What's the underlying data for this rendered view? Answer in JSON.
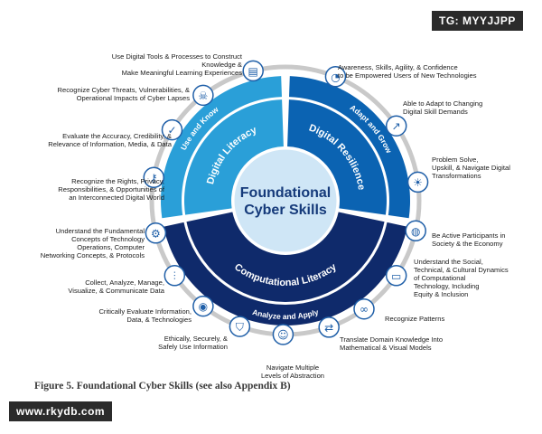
{
  "center": {
    "line1": "Foundational",
    "line2": "Cyber Skills"
  },
  "rings": {
    "left": "Digital Literacy",
    "left_outer": "Use and Know",
    "right": "Digital Resilience",
    "right_outer": "Adapt and Grow",
    "bottom": "Computational Literacy",
    "bottom_outer": "Analyze and Apply"
  },
  "items": [
    {
      "text": "Use Digital Tools & Processes to Construct Knowledge &\nMake Meaningful Learning Experiences",
      "icon": "book-icon"
    },
    {
      "text": "Recognize Cyber Threats, Vulnerabilities, &\nOperational Impacts of Cyber Lapses",
      "icon": "skull-icon"
    },
    {
      "text": "Evaluate the Accuracy, Credibility, &\nRelevance of Information, Media, & Data",
      "icon": "check-icon"
    },
    {
      "text": "Recognize the Rights, Privacy,\nResponsibilities, & Opportunities of\nan Interconnected Digital World",
      "icon": "key-icon"
    },
    {
      "text": "Understand the Fundamental\nConcepts of Technology\nOperations, Computer\nNetworking Concepts, & Protocols",
      "icon": "gears-icon"
    },
    {
      "text": "Collect, Analyze, Manage,\nVisualize, & Communicate Data",
      "icon": "sliders-icon"
    },
    {
      "text": "Critically Evaluate Information,\nData, & Technologies",
      "icon": "eye-icon"
    },
    {
      "text": "Ethically, Securely, &\nSafely Use Information",
      "icon": "shield-check-icon"
    },
    {
      "text": "Navigate Multiple\nLevels of Abstraction",
      "icon": "head-icon"
    },
    {
      "text": "Translate Domain Knowledge Into\nMathematical & Visual Models",
      "icon": "transfer-icon"
    },
    {
      "text": "Recognize Patterns",
      "icon": "binoculars-icon"
    },
    {
      "text": "Understand the Social,\nTechnical, & Cultural Dynamics\nof Computational\nTechnology, Including\nEquity & Inclusion",
      "icon": "monitor-icon"
    },
    {
      "text": "Be Active Participants in\nSociety & the Economy",
      "icon": "globe-icon"
    },
    {
      "text": "Problem Solve,\nUpskill, & Navigate Digital\nTransformations",
      "icon": "sun-icon"
    },
    {
      "text": "Able to Adapt to Changing\nDigital Skill Demands",
      "icon": "trend-icon"
    },
    {
      "text": "Awareness, Skills, Agility, & Confidence\nto be Empowered Users of New Technologies",
      "icon": "gauge-icon"
    }
  ],
  "caption": "Figure 5. Foundational Cyber Skills (see also Appendix B)",
  "watermarks": {
    "top_right": "TG: MYYJJPP",
    "bottom_left": "www.rkydb.com"
  },
  "colors": {
    "light_blue": "#2a9fd8",
    "mid_blue": "#0b63b2",
    "navy": "#0f2a6b",
    "center_fill": "#cfe6f6",
    "outer_ring": "#c9c9c9",
    "icon_blue": "#1f5fa8"
  }
}
